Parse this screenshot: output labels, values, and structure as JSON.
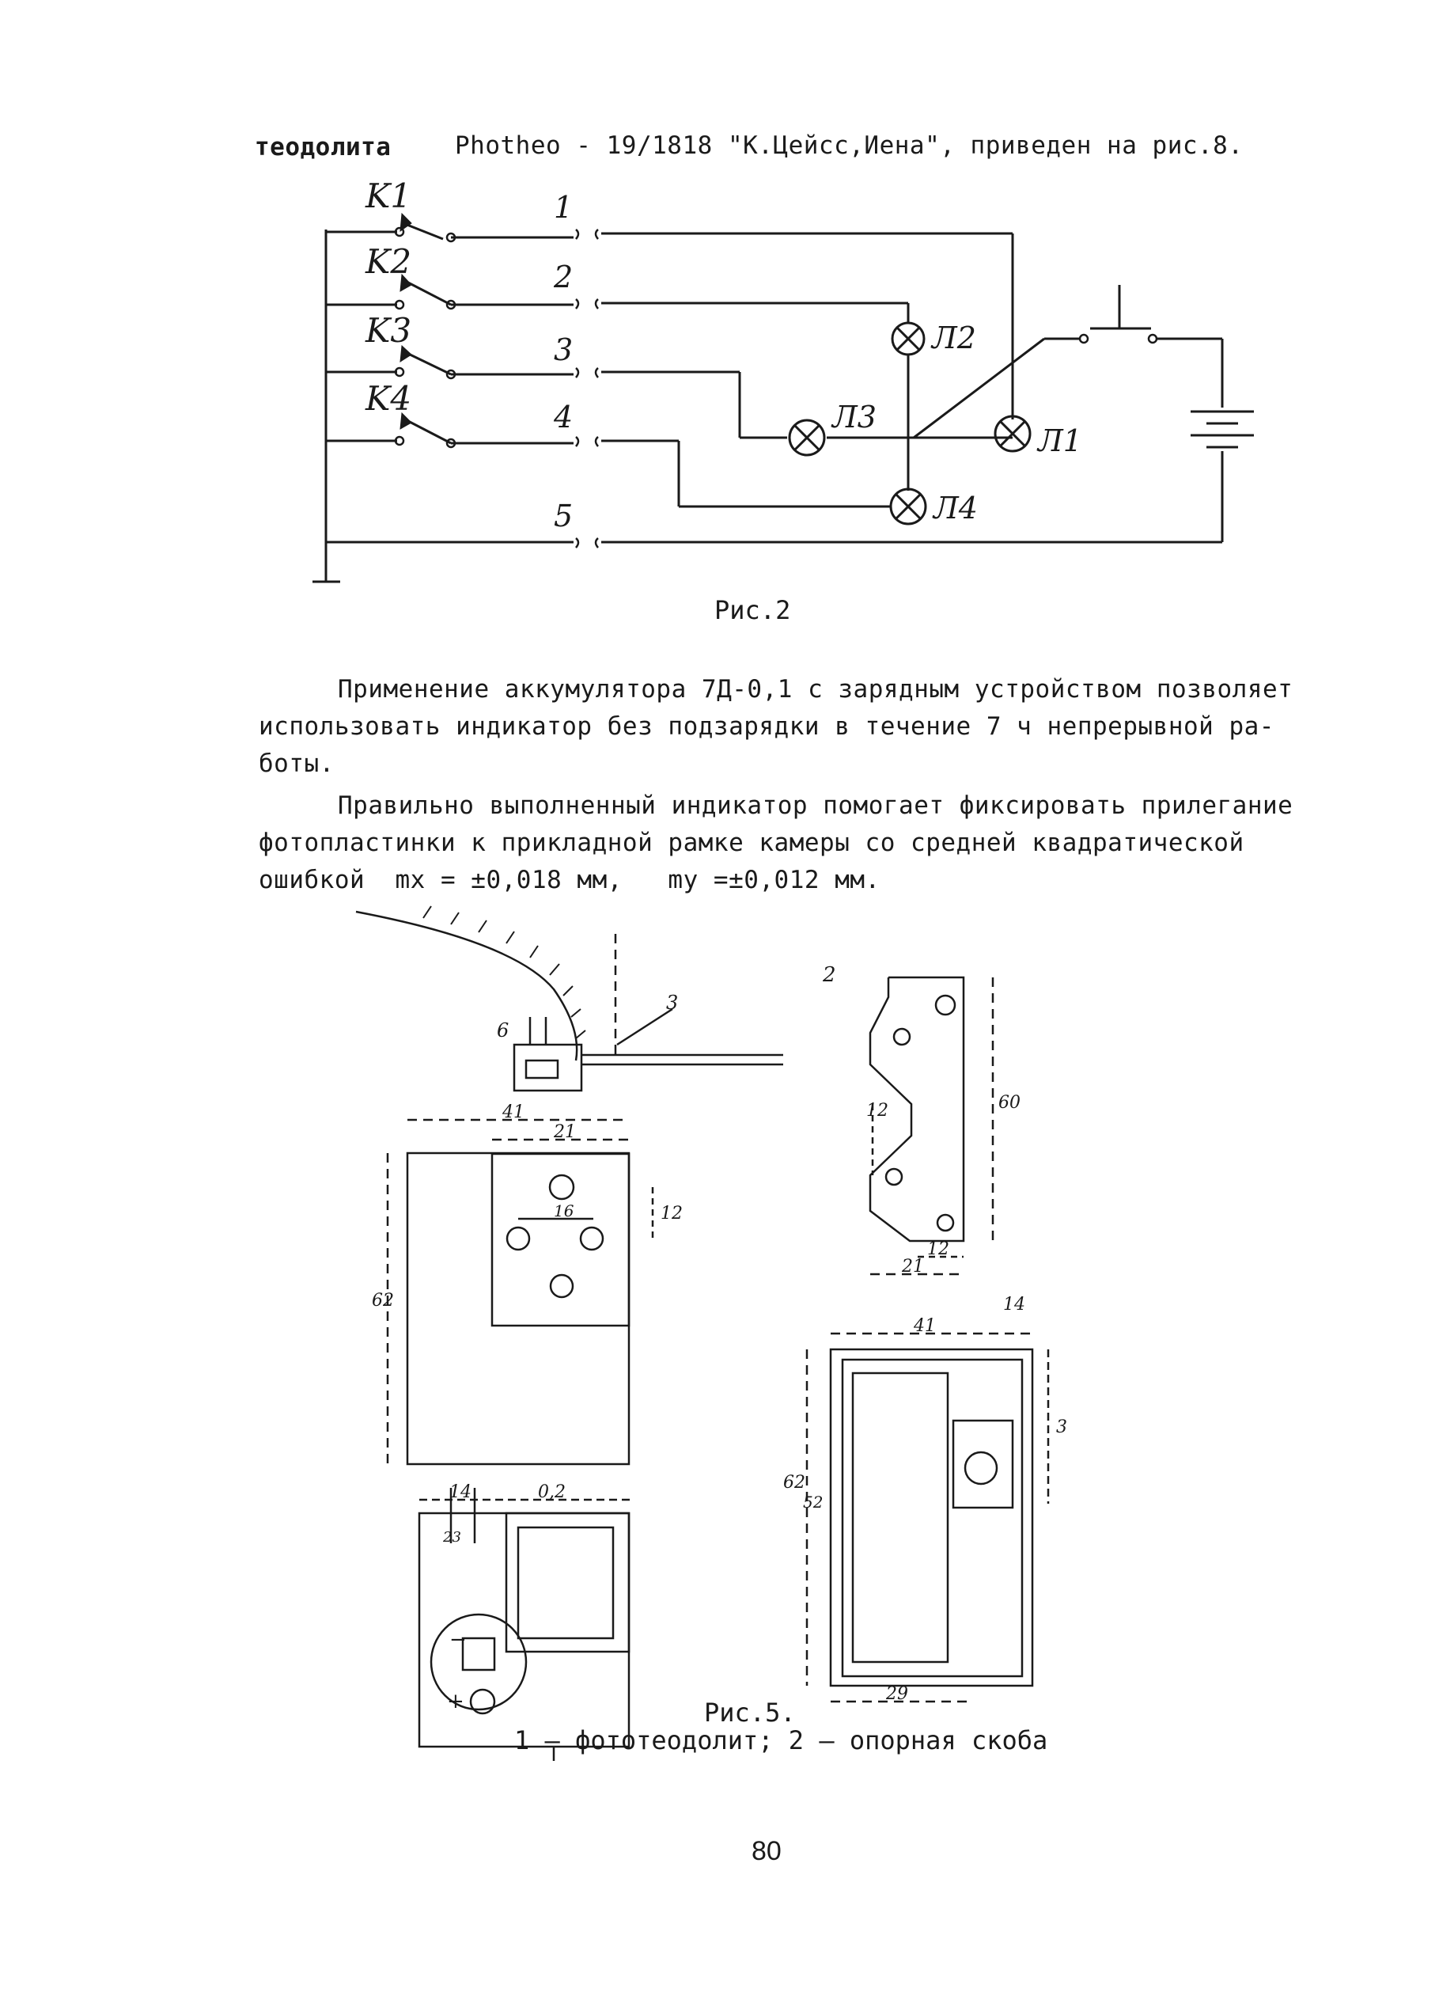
{
  "intro_line": {
    "word": "теодолита",
    "rest": "Photheo - 19/1818 \"К.Цейсс,Иена\", приведен на рис.8."
  },
  "fig2": {
    "caption": "Рис.2",
    "switch_labels": [
      "K1",
      "K2",
      "K3",
      "K4"
    ],
    "contact_numbers": [
      "1",
      "2",
      "3",
      "4",
      "5"
    ],
    "lamp_labels": [
      "Л1",
      "Л2",
      "Л3",
      "Л4"
    ]
  },
  "paragraph1": [
    "Применение аккумулятора 7Д-0,1 с зарядным устройством позволяет",
    "использовать индикатор без подзарядки в течение 7 ч непрерывной ра-",
    "боты."
  ],
  "paragraph2": [
    "Правильно выполненный индикатор помогает фиксировать прилегание",
    "фотопластинки к прикладной рамке камеры со средней квадратической",
    "ошибкой  mx = ±0,018 мм,   my =±0,012 мм."
  ],
  "fig5": {
    "labels": {
      "part6": "6",
      "part3": "3",
      "part2": "2",
      "d_41_top": "41",
      "d_21_a": "21",
      "d_12_a": "12",
      "d_16": "16",
      "d_62_a": "62",
      "d_12_b": "12",
      "d_60": "60",
      "d_12_c": "12",
      "d_21_b": "21",
      "d_14_a": "14",
      "d_41_b": "41",
      "d_3": "3",
      "d_62_b": "62",
      "d_52": "52",
      "d_29": "29",
      "d_14_b": "14",
      "d_0_2": "0,2",
      "d_23": "23",
      "d_minus": "−",
      "d_plus": "+"
    },
    "caption_line1": "Рис.5.",
    "caption_line2": "1 – фототеодолит; 2 – опорная скоба"
  },
  "page_number": "80"
}
